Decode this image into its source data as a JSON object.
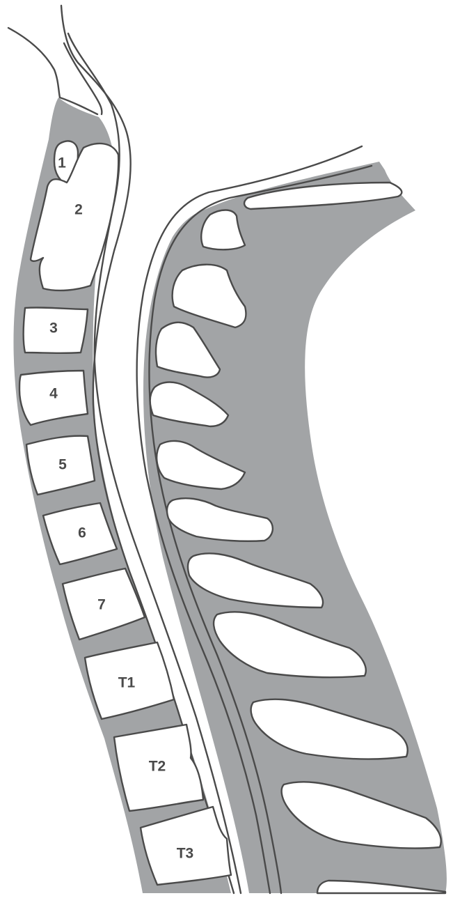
{
  "diagram": {
    "vertebra_labels": [
      "1",
      "2",
      "3",
      "4",
      "5",
      "6",
      "7",
      "T1",
      "T2",
      "T3"
    ],
    "colors": {
      "soft_tissue": "#a2a4a6",
      "outline": "#4a4a4a",
      "bone": "#ffffff",
      "background": "#ffffff"
    }
  }
}
